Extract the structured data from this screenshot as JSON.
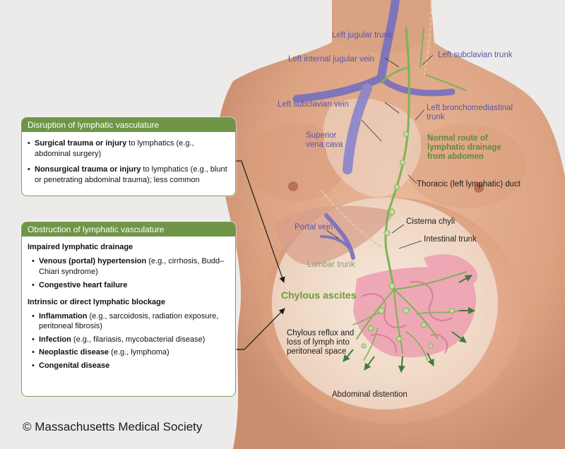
{
  "panel_disruption": {
    "title": "Disruption of lymphatic vasculature",
    "items": [
      {
        "bold": "Surgical trauma or injury",
        "rest": " to lymphatics (e.g., abdominal surgery)"
      },
      {
        "bold": "Nonsurgical trauma or injury",
        "rest": " to lymphatics (e.g., blunt or penetrating abdominal trauma); less common"
      }
    ]
  },
  "panel_obstruction": {
    "title": "Obstruction of lymphatic vasculature",
    "group1_title": "Impaired lymphatic drainage",
    "group1_items": [
      {
        "bold": "Venous (portal) hypertension",
        "rest": " (e.g., cirrhosis, Budd–Chiari syndrome)"
      },
      {
        "bold": "Congestive heart failure",
        "rest": ""
      }
    ],
    "group2_title": "Intrinsic or direct lymphatic blockage",
    "group2_items": [
      {
        "bold": "Inflammation",
        "rest": " (e.g., sarcoidosis, radiation exposure, peritoneal fibrosis)"
      },
      {
        "bold": "Infection",
        "rest": " (e.g., filariasis, mycobacterial disease)"
      },
      {
        "bold": "Neoplastic disease",
        "rest": " (e.g., lymphoma)"
      },
      {
        "bold": "Congenital disease",
        "rest": ""
      }
    ]
  },
  "labels": {
    "left_jugular_trunk": "Left jugular trunk",
    "left_internal_jugular_vein": "Left internal jugular vein",
    "left_subclavian_trunk": "Left subclavian trunk",
    "left_subclavian_vein": "Left subclavian vein",
    "left_bronchomediastinal_trunk_1": "Left bronchomediastinal",
    "left_bronchomediastinal_trunk_2": "trunk",
    "superior_vena_cava_1": "Superior",
    "superior_vena_cava_2": "vena cava",
    "normal_route_1": "Normal route of",
    "normal_route_2": "lymphatic drainage",
    "normal_route_3": "from abdomen",
    "thoracic_duct": "Thoracic (left lymphatic) duct",
    "portal_vein": "Portal vein",
    "cisterna_chyli": "Cisterna chyli",
    "intestinal_trunk": "Intestinal trunk",
    "lumbar_trunk": "Lumbar trunk",
    "chylous_ascites": "Chylous ascites",
    "chylous_reflux_1": "Chylous reflux and",
    "chylous_reflux_2": "loss of lymph into",
    "chylous_reflux_3": "peritoneal space",
    "abdominal_distention": "Abdominal distention"
  },
  "copyright": "© Massachusetts Medical Society",
  "colors": {
    "panel_header": "#6f9547",
    "lymph_green": "#7db356",
    "vein_purple": "#6d67b5",
    "skin": "#e2ad8b"
  }
}
